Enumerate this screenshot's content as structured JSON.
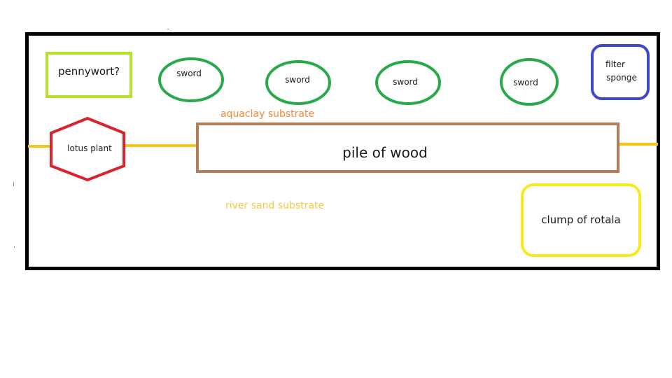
{
  "diagram": {
    "title": "aquarium layout plan",
    "colors": {
      "tank_border": "#000000",
      "pennywort": "#b5e12d",
      "sword": "#28a94a",
      "filter": "#3f48cc",
      "lotus": "#d9232e",
      "wood": "#b57c57",
      "rotala": "#f7e91c",
      "divider": "#f5c518",
      "aquaclay_text": "#f08a3c",
      "river_sand_text": "#f5c842"
    },
    "nodes": {
      "pennywort": {
        "label": "pennywort?",
        "shape": "rectangle"
      },
      "sword_1": {
        "label": "sword",
        "shape": "ellipse"
      },
      "sword_2": {
        "label": "sword",
        "shape": "ellipse"
      },
      "sword_3": {
        "label": "sword",
        "shape": "ellipse"
      },
      "sword_4": {
        "label": "sword",
        "shape": "ellipse"
      },
      "filter": {
        "label_line1": "filter",
        "label_line2": "sponge",
        "shape": "rounded-rectangle"
      },
      "lotus": {
        "label": "lotus plant",
        "shape": "hexagon"
      },
      "wood": {
        "label": "pile of wood",
        "shape": "rectangle"
      },
      "rotala": {
        "label": "clump of rotala",
        "shape": "rounded-rectangle"
      }
    },
    "zones": {
      "aquaclay": {
        "label": "aquaclay substrate"
      },
      "river_sand": {
        "label": "river sand substrate"
      }
    }
  }
}
